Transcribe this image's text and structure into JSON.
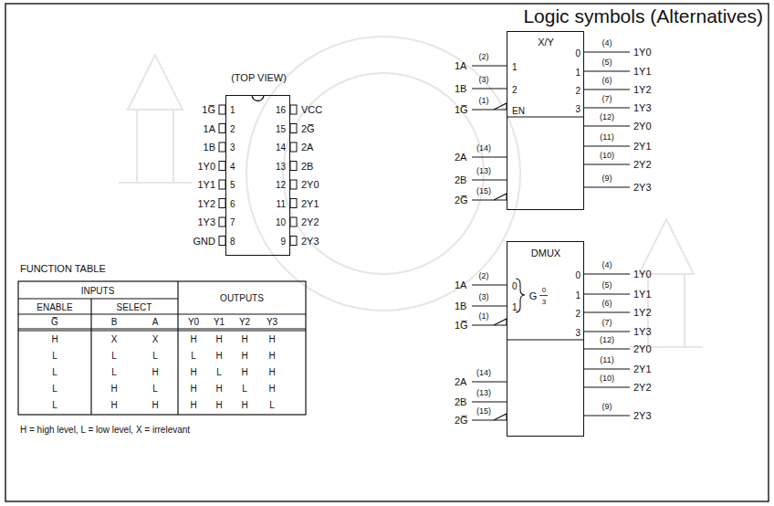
{
  "diagram": {
    "title": "Logic symbols (Alternatives)",
    "nodes": [
      {
        "text": [
          "(TOP VIEW)"
        ]
      },
      {
        "text": [
          "X/Y",
          "1",
          "2",
          "EN",
          "0",
          "1",
          "2",
          "3"
        ]
      },
      {
        "text": [
          "DMUX",
          "0",
          "1",
          "G",
          "0",
          "3",
          "0",
          "1",
          "2",
          "3"
        ]
      }
    ],
    "labels": [
      "1G̅",
      "1",
      "16",
      "VCC",
      "1A",
      "2",
      "15",
      "2G̅",
      "1B",
      "3",
      "14",
      "2A",
      "1Y0",
      "4",
      "13",
      "2B",
      "1Y1",
      "5",
      "12",
      "2Y0",
      "1Y2",
      "6",
      "11",
      "2Y1",
      "1Y3",
      "7",
      "10",
      "2Y2",
      "GND",
      "8",
      "9",
      "2Y3",
      "FUNCTION TABLE",
      "INPUTS",
      "OUTPUTS",
      "ENABLE",
      "SELECT",
      "G̅",
      "B",
      "A",
      "Y0",
      "Y1",
      "Y2",
      "Y3",
      "H",
      "X",
      "X",
      "H",
      "H",
      "H",
      "H",
      "L",
      "L",
      "L",
      "L",
      "H",
      "H",
      "H",
      "L",
      "L",
      "H",
      "H",
      "L",
      "H",
      "H",
      "L",
      "H",
      "L",
      "H",
      "H",
      "L",
      "H",
      "L",
      "H",
      "H",
      "H",
      "H",
      "H",
      "L",
      "H = high level, L = low level, X = irrelevant",
      "1A",
      "(2)",
      "1B",
      "(3)",
      "1G̅",
      "(1)",
      "2A",
      "(14)",
      "2B",
      "(13)",
      "2G̅",
      "(15)",
      "(4)",
      "1Y0",
      "(5)",
      "1Y1",
      "(6)",
      "1Y2",
      "(7)",
      "1Y3",
      "(12)",
      "2Y0",
      "(11)",
      "2Y1",
      "(10)",
      "2Y2",
      "(9)",
      "2Y3",
      "1A",
      "(2)",
      "1B",
      "(3)",
      "1G̅",
      "(1)",
      "2A",
      "(14)",
      "2B",
      "(13)",
      "2G̅",
      "(15)",
      "(4)",
      "1Y0",
      "(5)",
      "1Y1",
      "(6)",
      "1Y2",
      "(7)",
      "1Y3",
      "(12)",
      "2Y0",
      "(11)",
      "2Y1",
      "(10)",
      "2Y2",
      "(9)",
      "2Y3"
    ]
  }
}
